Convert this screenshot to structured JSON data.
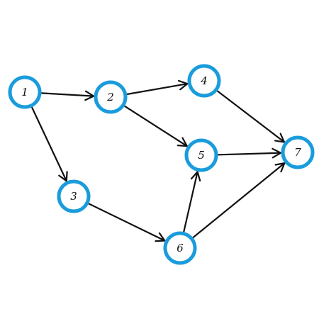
{
  "colors": {
    "node_stroke": "#1a9cdc",
    "node_fill": "#ffffff",
    "edge": "#111111",
    "label": "#111111"
  },
  "graph": {
    "nodes": [
      {
        "id": "1",
        "label": "1"
      },
      {
        "id": "2",
        "label": "2"
      },
      {
        "id": "3",
        "label": "3"
      },
      {
        "id": "4",
        "label": "4"
      },
      {
        "id": "5",
        "label": "5"
      },
      {
        "id": "6",
        "label": "6"
      },
      {
        "id": "7",
        "label": "7"
      }
    ],
    "edges": [
      {
        "from": "1",
        "to": "2"
      },
      {
        "from": "1",
        "to": "3"
      },
      {
        "from": "2",
        "to": "4"
      },
      {
        "from": "2",
        "to": "5"
      },
      {
        "from": "3",
        "to": "6"
      },
      {
        "from": "4",
        "to": "7"
      },
      {
        "from": "5",
        "to": "7"
      },
      {
        "from": "6",
        "to": "5"
      },
      {
        "from": "6",
        "to": "7"
      }
    ]
  }
}
